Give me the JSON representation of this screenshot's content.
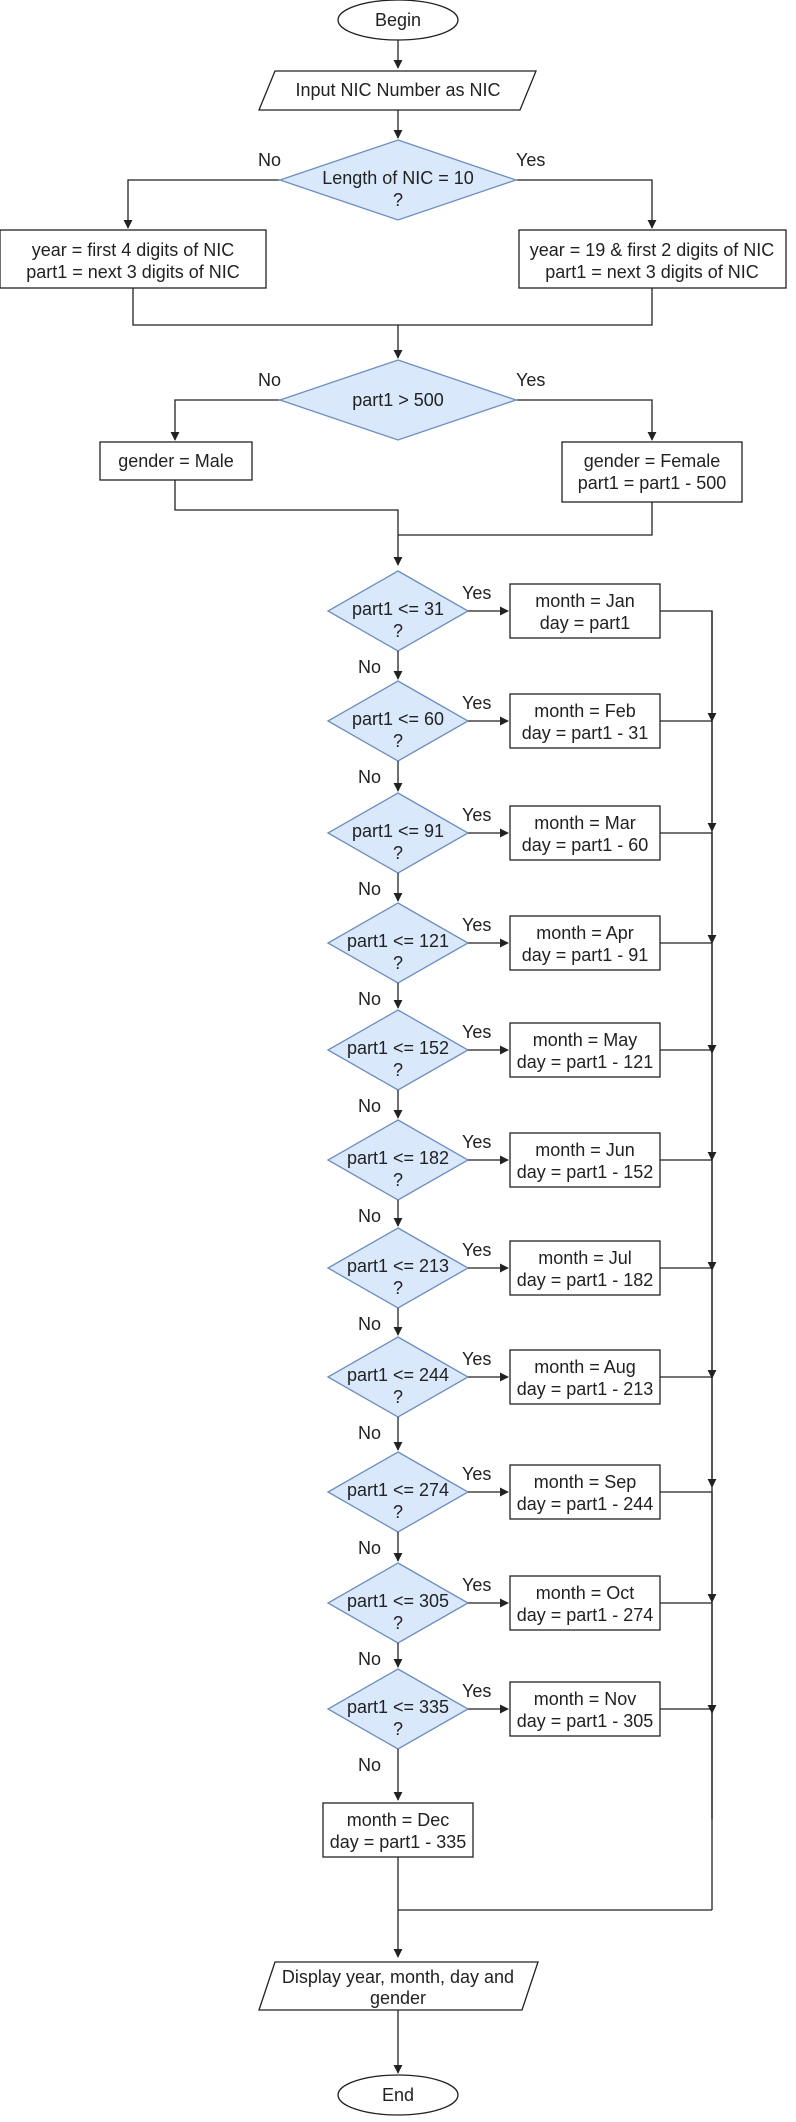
{
  "start": "Begin",
  "input": "Input NIC Number as NIC",
  "length_check": {
    "line1": "Length of NIC = 10",
    "line2": "?",
    "no": "No",
    "yes": "Yes"
  },
  "year_no": {
    "line1": "year = first 4 digits of NIC",
    "line2": "part1 = next 3 digits of NIC"
  },
  "year_yes": {
    "line1": "year = 19 & first 2 digits of NIC",
    "line2": "part1 = next 3 digits of NIC"
  },
  "gender_check": {
    "line1": "part1 > 500",
    "no": "No",
    "yes": "Yes"
  },
  "male": {
    "line1": "gender = Male"
  },
  "female": {
    "line1": "gender = Female",
    "line2": "part1 = part1 - 500"
  },
  "months": [
    {
      "cond": "part1 <= 31",
      "month": "month = Jan",
      "day": "day = part1"
    },
    {
      "cond": "part1 <= 60",
      "month": "month = Feb",
      "day": "day = part1 - 31"
    },
    {
      "cond": "part1 <= 91",
      "month": "month = Mar",
      "day": "day = part1 - 60"
    },
    {
      "cond": "part1 <= 121",
      "month": "month = Apr",
      "day": "day = part1 - 91"
    },
    {
      "cond": "part1 <= 152",
      "month": "month = May",
      "day": "day = part1 - 121"
    },
    {
      "cond": "part1 <= 182",
      "month": "month = Jun",
      "day": "day = part1 - 152"
    },
    {
      "cond": "part1 <= 213",
      "month": "month = Jul",
      "day": "day = part1 - 182"
    },
    {
      "cond": "part1 <= 244",
      "month": "month = Aug",
      "day": "day = part1 - 213"
    },
    {
      "cond": "part1 <= 274",
      "month": "month = Sep",
      "day": "day = part1 - 244"
    },
    {
      "cond": "part1 <= 305",
      "month": "month = Oct",
      "day": "day = part1 - 274"
    },
    {
      "cond": "part1 <= 335",
      "month": "month = Nov",
      "day": "day = part1 - 305"
    }
  ],
  "q_mark": "?",
  "yes_label": "Yes",
  "no_label": "No",
  "dec": {
    "month": "month = Dec",
    "day": "day = part1 - 335"
  },
  "output": {
    "line1": "Display year, month, day and",
    "line2": "gender"
  },
  "end": "End"
}
